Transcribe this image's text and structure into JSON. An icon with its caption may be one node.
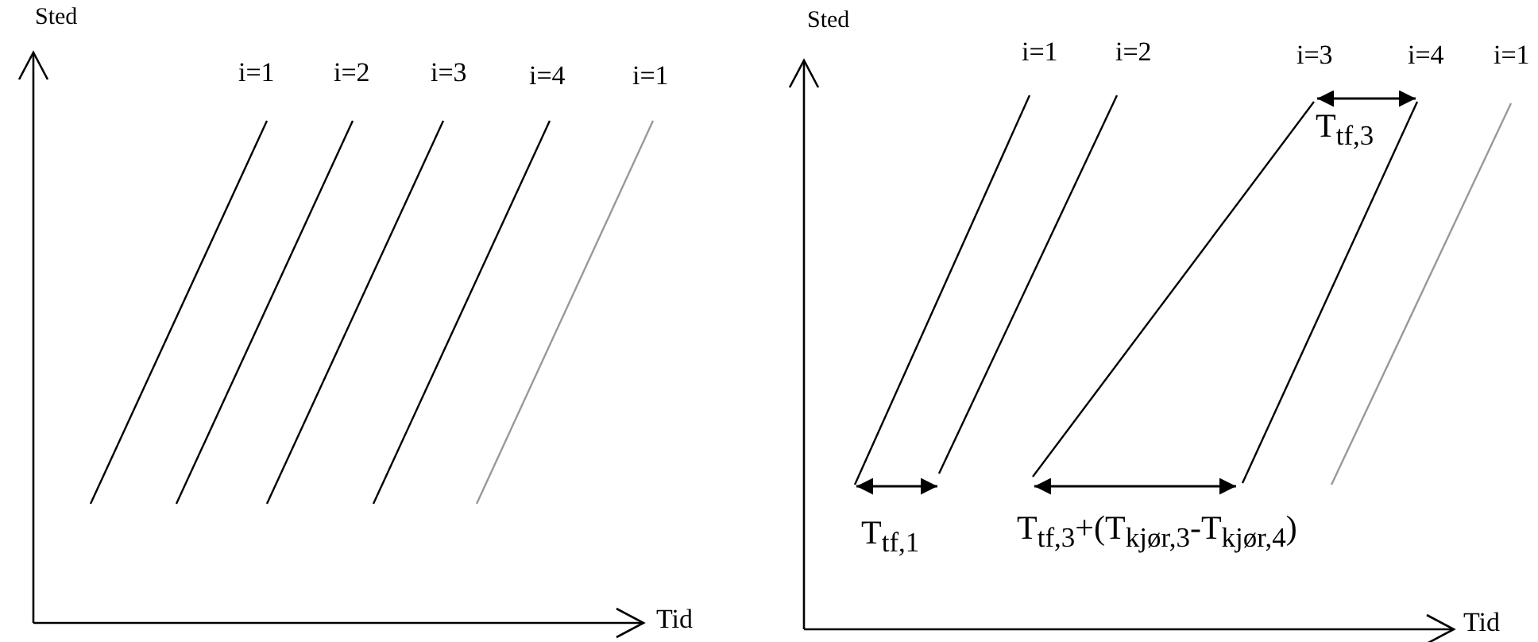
{
  "diagram": {
    "labels": [
      "Sted",
      "i=1",
      "i=2",
      "i=3",
      "i=4",
      "i=1",
      "Tid",
      "Sted",
      "i=1",
      "i=2",
      "i=3",
      "i=4",
      "i=1",
      "T$_{tf,3}$",
      "T$_{tf,1}$",
      "T$_{tf,3}$+(T$_{kjør,3}$-T$_{kjør,4}$)",
      "Tid"
    ]
  }
}
